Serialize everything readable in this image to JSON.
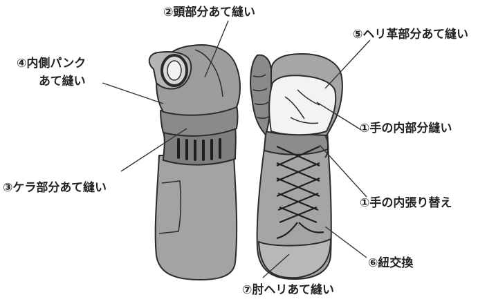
{
  "labels": {
    "head": "②頭部分あて縫い",
    "heri": "⑤ヘリ革部分あて縫い",
    "inner_punk_1": "④内側パンク",
    "inner_punk_2": "あて縫い",
    "palm_part": "①手の内部分縫い",
    "kera": "③ケラ部分あて縫い",
    "palm_replace": "①手の内張り替え",
    "cord": "⑥紐交換",
    "elbow": "⑦肘ヘリあて縫い"
  },
  "colors": {
    "glove_dark": "#8e8e8e",
    "glove_mid": "#a9a9a9",
    "glove_light": "#c4c4c4",
    "outline": "#2a2a2a",
    "leader": "#333333",
    "text": "#222222"
  }
}
